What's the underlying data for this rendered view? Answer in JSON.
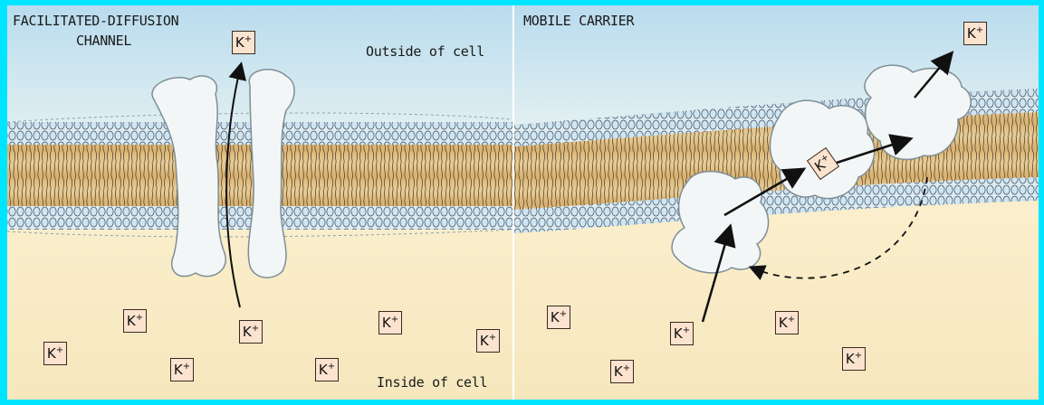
{
  "panels": [
    {
      "id": "channel",
      "title_line1": "FACILITATED-DIFFUSION",
      "title_line2": "CHANNEL",
      "outside_label": "Outside of cell",
      "inside_label": "Inside of cell"
    },
    {
      "id": "carrier",
      "title": "MOBILE CARRIER"
    }
  ],
  "ion": {
    "symbol": "K",
    "charge": "+"
  },
  "colors": {
    "frame": "#00e5ff",
    "extracellular": "#cfe8f4",
    "cytoplasm": "#fbf0cf",
    "lipid_heads": "#cfe6f3",
    "lipid_tails": "#e6c383",
    "protein": "#f3f6f7",
    "ion_box": "#fbe3cf"
  },
  "icons": [
    "phospholipid-bilayer",
    "channel-protein",
    "carrier-protein",
    "arrow",
    "dashed-return-arrow"
  ]
}
